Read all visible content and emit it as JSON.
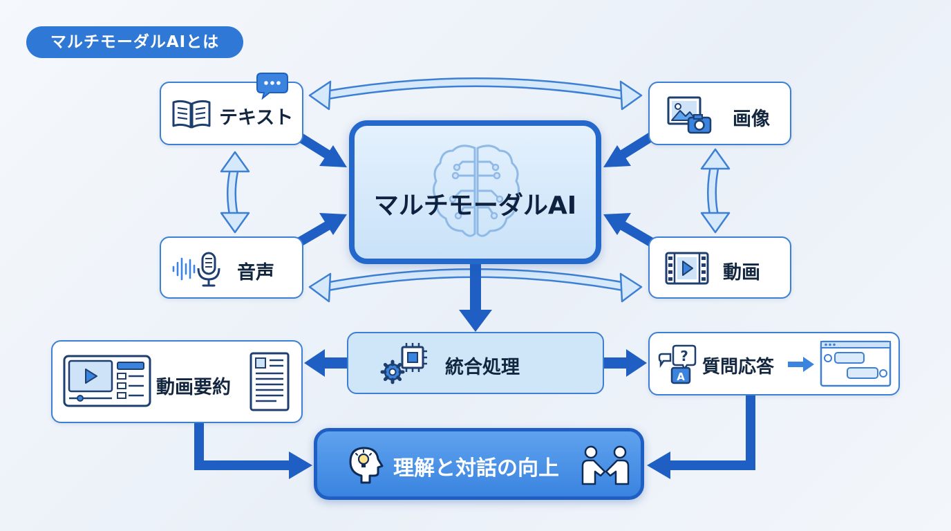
{
  "title": "マルチモーダルAIとは",
  "center": {
    "label": "マルチモーダルAI",
    "icon": "brain-circuit-icon"
  },
  "inputs": {
    "text": {
      "label": "テキスト",
      "icon": "book-icon",
      "badge_icon": "speech-bubble-icon"
    },
    "image": {
      "label": "画像",
      "icon": "photo-camera-icon"
    },
    "audio": {
      "label": "音声",
      "icon": "microphone-waveform-icon"
    },
    "video": {
      "label": "動画",
      "icon": "film-play-icon"
    }
  },
  "process": {
    "label": "統合処理",
    "icon": "gear-chip-icon"
  },
  "outputs": {
    "summary": {
      "label": "動画要約",
      "icon": "video-player-icon",
      "doc_icon": "document-icon"
    },
    "qa": {
      "label": "質問応答",
      "icon": "question-answer-icon",
      "chat_icon": "chat-window-icon"
    }
  },
  "result": {
    "label": "理解と対話の向上",
    "icon": "lightbulb-head-icon",
    "people_icon": "handshake-icon"
  },
  "colors": {
    "accent": "#2f78d6",
    "dark_blue": "#1f5fc4",
    "light_arrow": "#d3e7fa",
    "text": "#13263f"
  }
}
